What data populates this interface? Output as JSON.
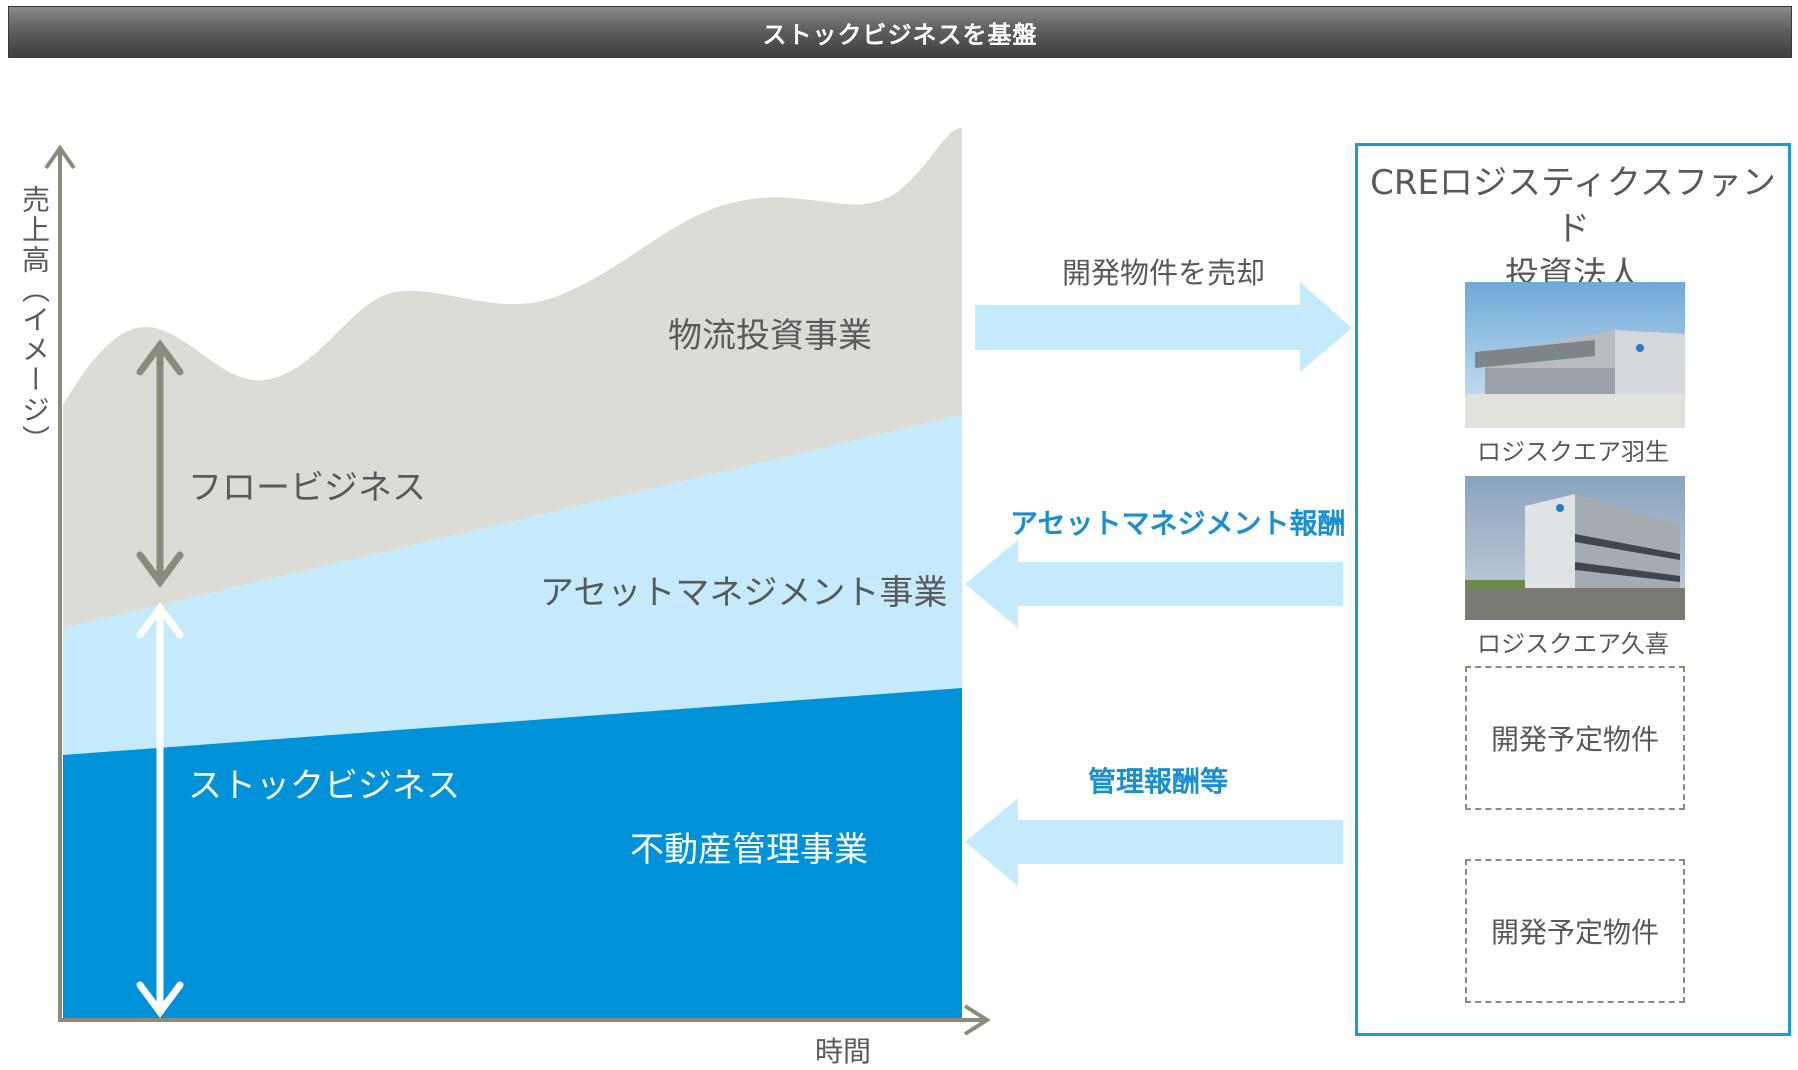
{
  "header": {
    "title": "ストックビジネスを基盤"
  },
  "chart": {
    "y_axis_label": "売上高（イメージ）",
    "x_axis_label": "時間",
    "layers": {
      "top": "物流投資事業",
      "middle": "アセットマネジメント事業",
      "bottom": "不動産管理事業"
    },
    "brackets": {
      "flow": "フロービジネス",
      "stock": "ストックビジネス"
    }
  },
  "flows": {
    "sell": "開発物件を売却",
    "am_fee": "アセットマネジメント報酬",
    "mgmt_fee": "管理報酬等"
  },
  "fund": {
    "title_line1": "CREロジスティクスファンド",
    "title_line2": "投資法人",
    "properties": [
      {
        "caption": "ロジスクエア羽生"
      },
      {
        "caption": "ロジスクエア久喜"
      }
    ],
    "planned": [
      "開発予定物件",
      "開発予定物件"
    ]
  },
  "colors": {
    "gray_area": "#dcdcd6",
    "light_blue_area": "#c4eafb",
    "blue_area": "#0092d9",
    "arrow_light_blue": "#c4eafb",
    "axis": "#8c8a7a",
    "accent_text": "#1a8fd0"
  }
}
